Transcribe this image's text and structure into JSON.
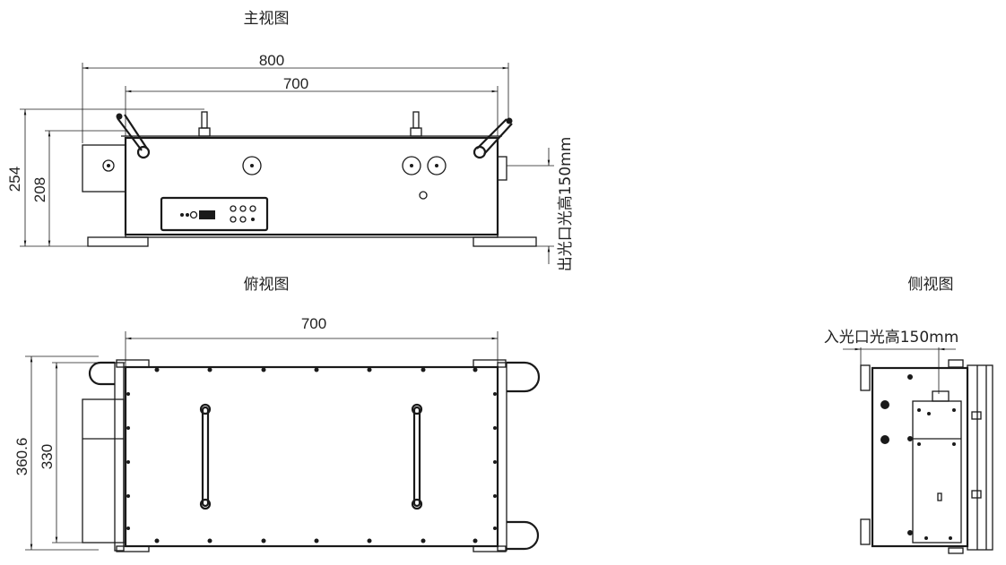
{
  "views": {
    "front": {
      "title": "主视图",
      "dim_width_total": "800",
      "dim_width_body": "700",
      "dim_height_total": "254",
      "dim_height_body": "208",
      "outlet_note": "出光口光高150mm"
    },
    "top": {
      "title": "俯视图",
      "dim_width_body": "700",
      "dim_depth_total": "360.6",
      "dim_depth_body": "330"
    },
    "side": {
      "title": "侧视图",
      "inlet_note": "入光口光高150mm"
    }
  }
}
